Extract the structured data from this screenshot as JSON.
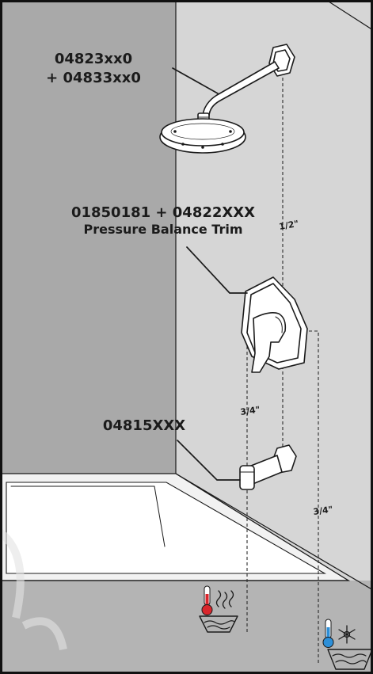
{
  "labels": {
    "shower_arm": [
      "04823xx0",
      "+ 04833xx0"
    ],
    "trim": [
      "01850181 + 04822XXX",
      "Pressure Balance Trim"
    ],
    "spout": "04815XXX"
  },
  "pipe_sizes": {
    "supply_to_shower": "1/2\"",
    "valve_to_spout": "3/4\"",
    "cold_supply": "3/4\""
  },
  "supplies": [
    {
      "name": "hot",
      "icon": "thermometer-hot-icon",
      "color": "#d9262c"
    },
    {
      "name": "cold",
      "icon": "thermometer-cold-icon",
      "color": "#2d8fd8"
    }
  ],
  "colors": {
    "left_wall": "#a9a9a9",
    "right_wall": "#d6d6d6",
    "floor": "#b4b4b4",
    "frame": "#111111"
  }
}
